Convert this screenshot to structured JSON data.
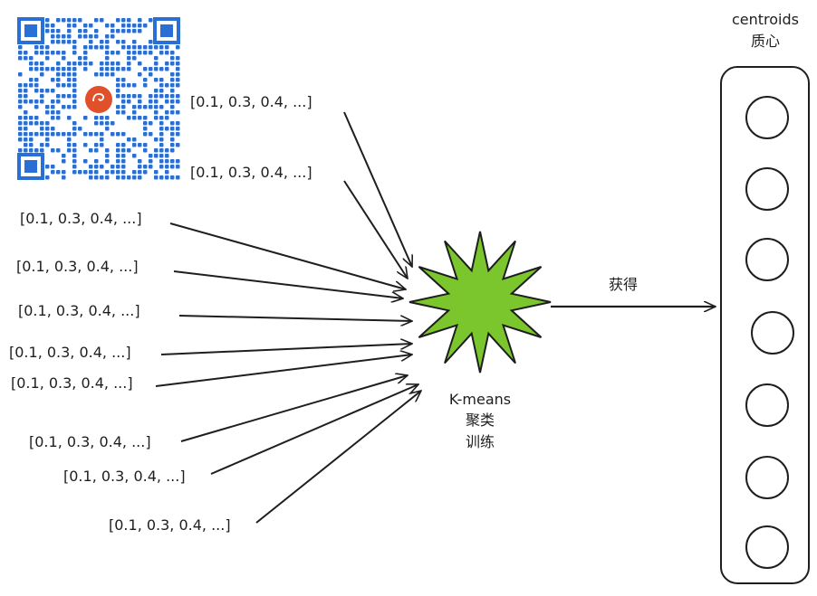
{
  "vectors": [
    "[0.1, 0.3, 0.4, ...]",
    "[0.1, 0.3, 0.4, ...]",
    "[0.1, 0.3, 0.4, ...]",
    "[0.1, 0.3, 0.4, ...]",
    "[0.1, 0.3, 0.4, ...]",
    "[0.1, 0.3, 0.4, ...]",
    "[0.1, 0.3, 0.4, ...]",
    "[0.1, 0.3, 0.4, ...]",
    "[0.1, 0.3, 0.4, ...]",
    "[0.1, 0.3, 0.4, ...]"
  ],
  "process": {
    "line1": "K-means",
    "line2": "聚类",
    "line3": "训练",
    "color": "#7bc62d"
  },
  "output_arrow_label": "获得",
  "centroids": {
    "title": "centroids",
    "subtitle": "质心",
    "count": 7
  },
  "qr_color": "#2a6fd6",
  "logo_color": "#e0502a"
}
